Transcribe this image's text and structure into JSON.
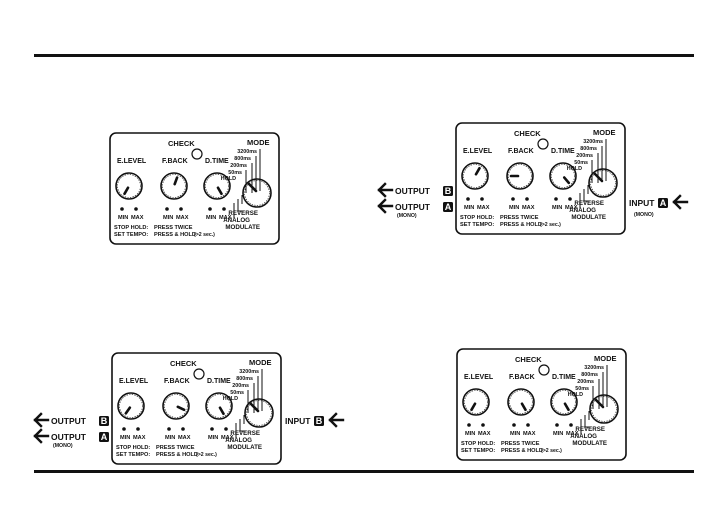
{
  "colors": {
    "ink": "#111111",
    "paper": "#ffffff"
  },
  "panel": {
    "check_label": "CHECK",
    "mode_label": "MODE",
    "knobs": [
      {
        "label": "E.LEVEL",
        "min": "MIN",
        "max": "MAX"
      },
      {
        "label": "F.BACK",
        "min": "MIN",
        "max": "MAX"
      },
      {
        "label": "D.TIME",
        "min": "MIN",
        "max": "MAX"
      }
    ],
    "mode_options_upper": [
      "3200ms",
      "800ms",
      "200ms",
      "50ms",
      "HOLD"
    ],
    "mode_options_lower": [
      "REVERSE",
      "ANALOG",
      "MODULATE"
    ],
    "note_stop_hold": "STOP HOLD:",
    "note_press_twice": "PRESS TWICE",
    "note_set_tempo": "SET TEMPO:",
    "note_press_hold": "PRESS & HOLD",
    "note_press_hold_suffix": "(>2 sec.)"
  },
  "connections": {
    "output_label": "OUTPUT",
    "input_label": "INPUT",
    "channel_a": "A",
    "channel_b": "B",
    "mono_note": "(MONO)"
  },
  "diagrams": [
    {
      "id": "top-left",
      "outputs": false,
      "input": ""
    },
    {
      "id": "top-right",
      "outputs": true,
      "input": "A"
    },
    {
      "id": "bottom-left",
      "outputs": true,
      "input": "B"
    },
    {
      "id": "bottom-right",
      "outputs": false,
      "input": ""
    }
  ],
  "icons": {
    "arrow": "arrow-left-icon",
    "led": "check-led-icon"
  }
}
